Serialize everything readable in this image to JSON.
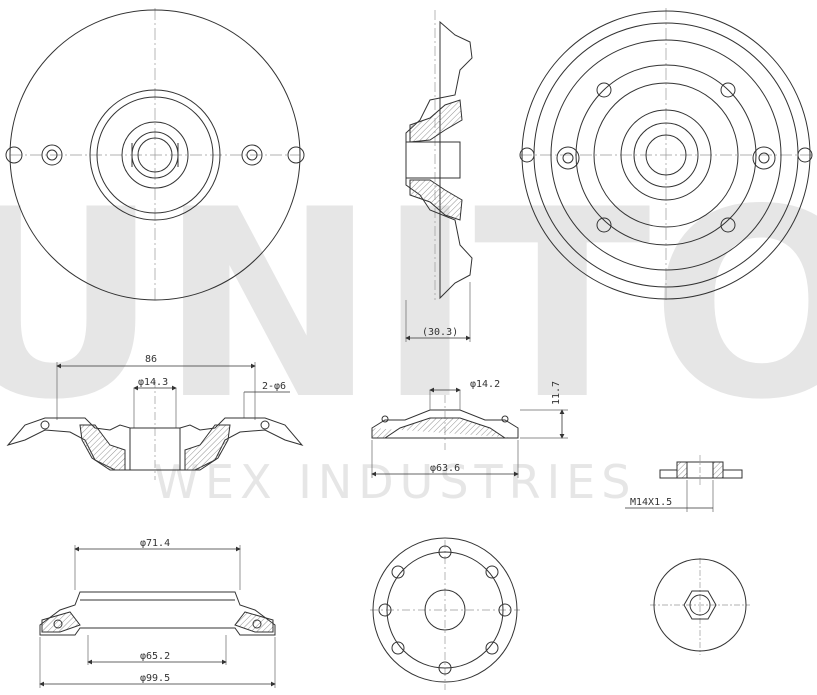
{
  "watermark": {
    "brand": "UNITO",
    "company": "WEX INDUSTRIES"
  },
  "dimensions": {
    "height_side": "(30.3)",
    "span_86": "86",
    "dia_14_3": "φ14.3",
    "holes_2x6": "2-φ6",
    "dia_14_2": "φ14.2",
    "height_11_7": "11.7",
    "dia_63_6": "φ63.6",
    "thread": "M14X1.5",
    "dia_71_4": "φ71.4",
    "dia_65_2": "φ65.2",
    "dia_99_5": "φ99.5"
  },
  "colors": {
    "line": "#333333",
    "thin": "#888888",
    "watermark": "#e6e6e6"
  }
}
